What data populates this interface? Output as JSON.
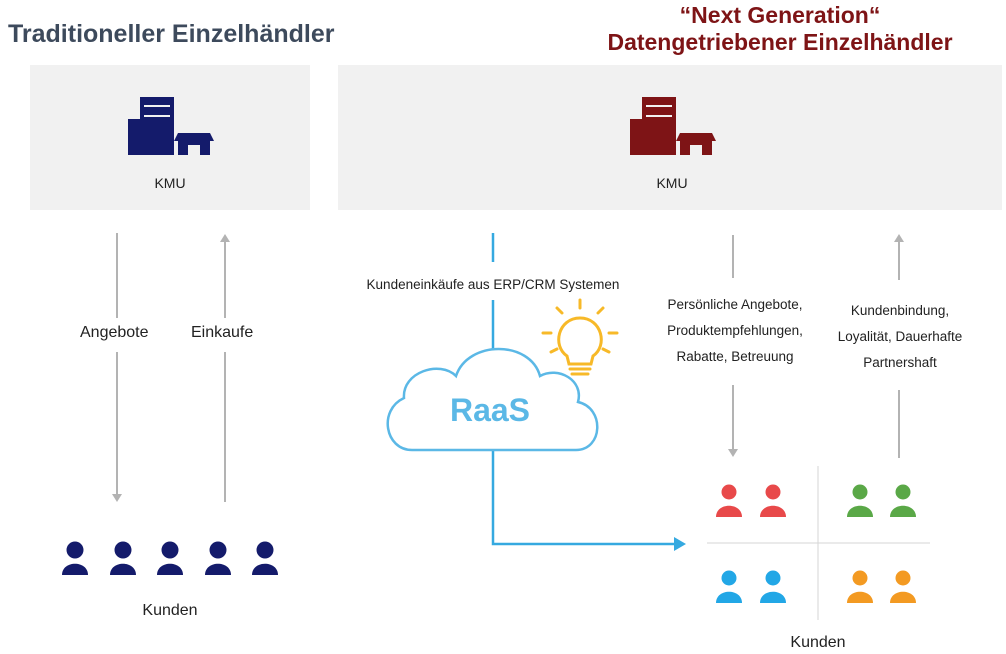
{
  "left": {
    "title": "Traditioneller Einzelhändler",
    "kmu_label": "KMU",
    "offers_label": "Angebote",
    "purchases_label": "Einkaufe",
    "customers_label": "Kunden",
    "building_color": "#141b6b",
    "customer_color": "#141b6b",
    "icon": "building-icon"
  },
  "right": {
    "title_line1": "“Next Generation“",
    "title_line2": "Datengetriebener Einzelhändler",
    "kmu_label": "KMU",
    "erp_label": "Kundeneinkäufe aus ERP/CRM Systemen",
    "raas_label": "RaaS",
    "offers_lines": [
      "Persönliche Angebote,",
      "Produktempfehlungen,",
      "Rabatte, Betreuung"
    ],
    "loyalty_lines": [
      "Kundenbindung,",
      "Loyalität, Dauerhafte",
      "Partnershaft"
    ],
    "customers_label": "Kunden",
    "building_color": "#7e1416",
    "cloud_color": "#5bb8e6",
    "bulb_color": "#f7b928",
    "segment_colors": [
      "#e8494a",
      "#5aa847",
      "#22a7e6",
      "#f39a22"
    ]
  },
  "colors": {
    "arrow_gray": "#b3b3b3",
    "arrow_blue": "#35a9e0",
    "panel_bg": "#f1f1f1"
  }
}
